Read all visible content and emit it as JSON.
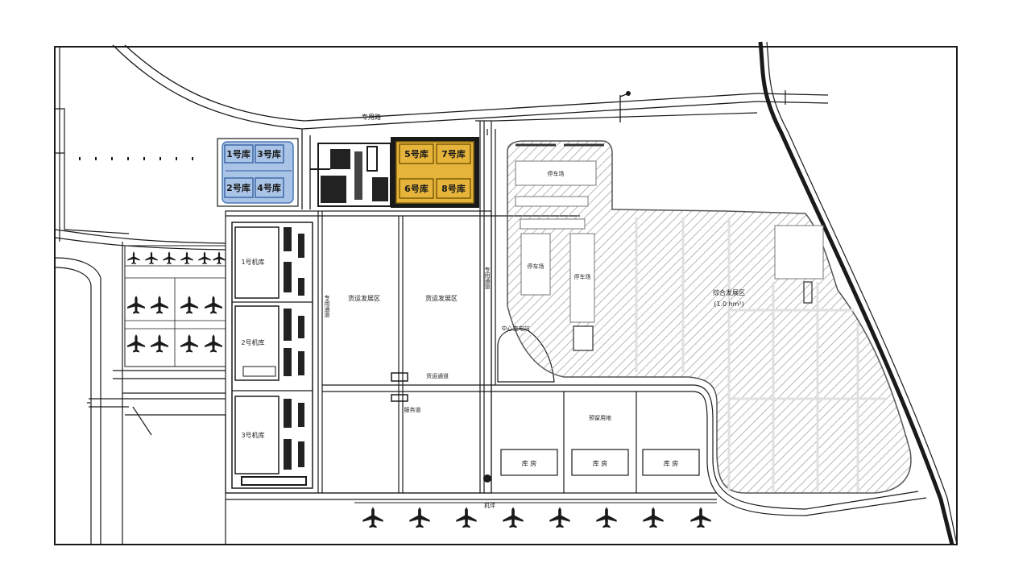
{
  "colors": {
    "line": "#1a1a1a",
    "blue_fill": "#a9c4e6",
    "blue_stroke": "#4b78b8",
    "yellow_fill": "#e6b43a",
    "yellow_stroke": "#8a6a10",
    "hatch": "#9a9a9a",
    "dark_block": "#222222"
  },
  "icons": {
    "aircraft": "airplane-icon"
  },
  "labels": {
    "road_north": "专用路",
    "blue_blocks": [
      "1号库",
      "3号库",
      "2号库",
      "4号库"
    ],
    "yellow_blocks": [
      "5号库",
      "7号库",
      "6号库",
      "8号库"
    ],
    "hangar_1": "1号机库",
    "hangar_2": "2号机库",
    "hangar_3": "3号机库",
    "vertical_road_1": "专用通道",
    "vertical_road_2": "专用通道",
    "field_left": "货运发展区",
    "field_right": "货运发展区",
    "cargo_road": "货运通道",
    "road_mid": "服务道",
    "central_station": "中心变电站",
    "dev_area": "综合发展区",
    "parking": "停车场",
    "parking_capacity": "(1.0 hm²)",
    "apron": "机坪",
    "garage_1": "库 房",
    "garage_2": "库 房",
    "garage_3": "库 房",
    "reserve": "预留用地"
  }
}
